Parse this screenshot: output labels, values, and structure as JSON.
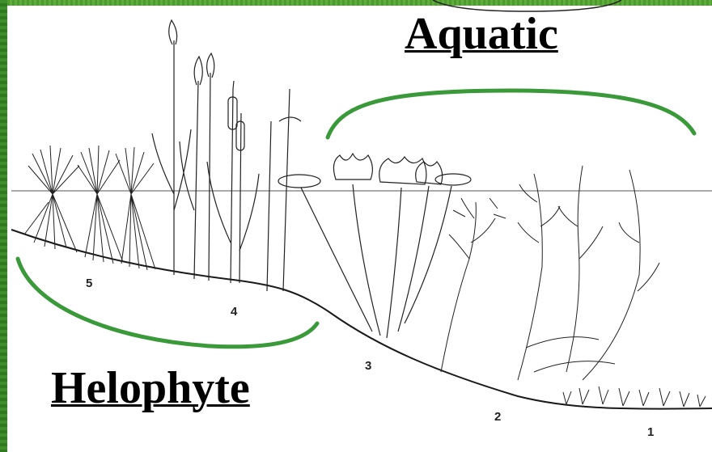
{
  "labels": {
    "aquatic": "Aquatic",
    "helophyte": "Helophyte"
  },
  "zones": [
    "1",
    "2",
    "3",
    "4",
    "5"
  ],
  "colors": {
    "bracket": "#3a9a3a",
    "frame": "#4d9a2e",
    "ink": "#1a1a1a"
  },
  "icons": [
    "rush-plant-icon",
    "reed-plant-icon",
    "cattail-plant-icon",
    "water-lily-icon",
    "submerged-pondweed-icon",
    "stonewort-icon"
  ]
}
